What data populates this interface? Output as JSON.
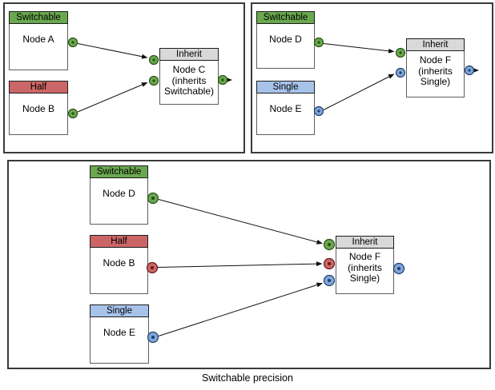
{
  "caption": "Switchable precision",
  "colors": {
    "switchable_green": "#6aa84f",
    "half_red": "#cc6666",
    "single_blue": "#a7c3ea",
    "inherit_gray": "#d9d9d9",
    "port_green": "#6aa84f",
    "port_red": "#cc6666",
    "port_blue": "#7fa5d9"
  },
  "panels": [
    {
      "id": "top-left",
      "nodes": [
        {
          "header": "Switchable",
          "lines": [
            "Node A"
          ]
        },
        {
          "header": "Half",
          "lines": [
            "Node B"
          ]
        },
        {
          "header": "Inherit",
          "lines": [
            "Node C",
            "(inherits",
            "Switchable)"
          ]
        }
      ]
    },
    {
      "id": "top-right",
      "nodes": [
        {
          "header": "Switchable",
          "lines": [
            "Node D"
          ]
        },
        {
          "header": "Single",
          "lines": [
            "Node E"
          ]
        },
        {
          "header": "Inherit",
          "lines": [
            "Node F",
            "(inherits",
            "Single)"
          ]
        }
      ]
    },
    {
      "id": "bottom",
      "nodes": [
        {
          "header": "Switchable",
          "lines": [
            "Node D"
          ]
        },
        {
          "header": "Half",
          "lines": [
            "Node B"
          ]
        },
        {
          "header": "Single",
          "lines": [
            "Node E"
          ]
        },
        {
          "header": "Inherit",
          "lines": [
            "Node F",
            "(inherits",
            "Single)"
          ]
        }
      ]
    }
  ]
}
